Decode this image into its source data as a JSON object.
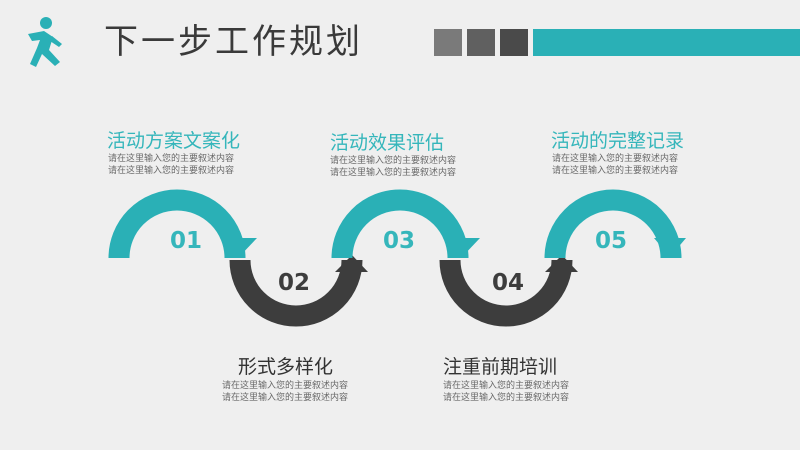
{
  "header": {
    "title": "下一步工作规划"
  },
  "colors": {
    "teal": "#2ab0b6",
    "dark": "#3d3d3d",
    "square1": "#7a7a7a",
    "square2": "#606060",
    "square3": "#4a4a4a"
  },
  "icons": [
    "runner-icon"
  ],
  "steps": [
    {
      "number": "01",
      "title": "活动方案文案化",
      "desc1": "请在这里输入您的主要叙述内容",
      "desc2": "请在这里输入您的主要叙述内容"
    },
    {
      "number": "02",
      "title": "形式多样化",
      "desc1": "请在这里输入您的主要叙述内容",
      "desc2": "请在这里输入您的主要叙述内容"
    },
    {
      "number": "03",
      "title": "活动效果评估",
      "desc1": "请在这里输入您的主要叙述内容",
      "desc2": "请在这里输入您的主要叙述内容"
    },
    {
      "number": "04",
      "title": "注重前期培训",
      "desc1": "请在这里输入您的主要叙述内容",
      "desc2": "请在这里输入您的主要叙述内容"
    },
    {
      "number": "05",
      "title": "活动的完整记录",
      "desc1": "请在这里输入您的主要叙述内容",
      "desc2": "请在这里输入您的主要叙述内容"
    }
  ]
}
